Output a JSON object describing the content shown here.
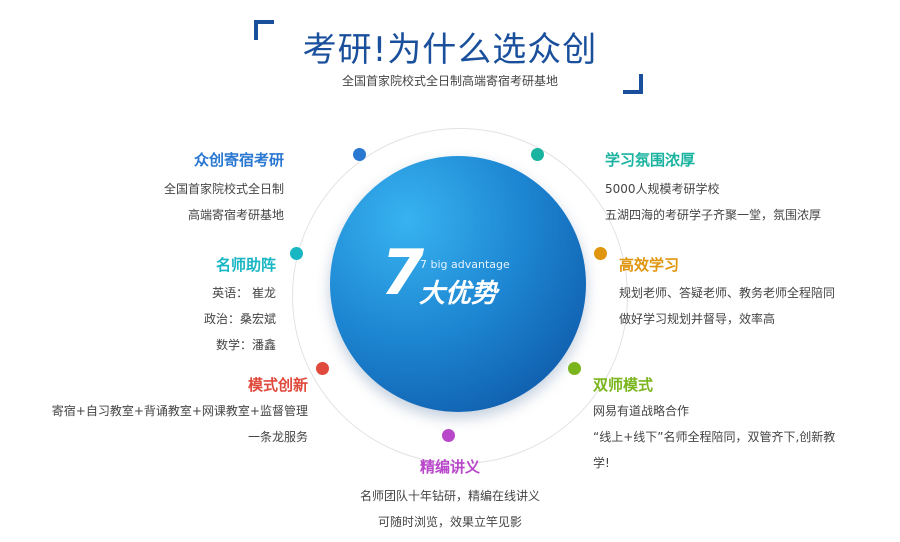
{
  "header": {
    "title": "考研!为什么选众创",
    "subtitle": "全国首家院校式全日制高端寄宿考研基地"
  },
  "center": {
    "number": "7",
    "english": "7 big advantage",
    "chinese": "大优势"
  },
  "colors": {
    "blue_dark": "#1a4f9c",
    "item1": "#2a78d2",
    "item2": "#19b3a0",
    "item3": "#e0950e",
    "item4": "#7ab51d",
    "item5": "#b847c9",
    "item6": "#e04a3c",
    "item7": "#19b6c4"
  },
  "items": [
    {
      "title": "众创寄宿考研",
      "lines": [
        "全国首家院校式全日制",
        "高端寄宿考研基地"
      ]
    },
    {
      "title": "学习氛围浓厚",
      "lines": [
        "5000人规模考研学校",
        "五湖四海的考研学子齐聚一堂，氛围浓厚"
      ]
    },
    {
      "title": "高效学习",
      "lines": [
        "规划老师、答疑老师、教务老师全程陪同",
        "做好学习规划并督导，效率高"
      ]
    },
    {
      "title": "双师模式",
      "lines": [
        "网易有道战略合作",
        "“线上+线下”名师全程陪同，双管齐下,创新教",
        "学!"
      ]
    },
    {
      "title": "精编讲义",
      "lines": [
        "名师团队十年钻研，精编在线讲义",
        "可随时浏览，效果立竿见影"
      ]
    },
    {
      "title": "模式创新",
      "lines": [
        "寄宿+自习教室+背诵教室+网课教室+监督管理",
        "一条龙服务"
      ]
    },
    {
      "title": "名师助阵",
      "lines": [
        "英语： 崔龙",
        "政治：桑宏斌",
        "数学：潘鑫"
      ]
    }
  ]
}
